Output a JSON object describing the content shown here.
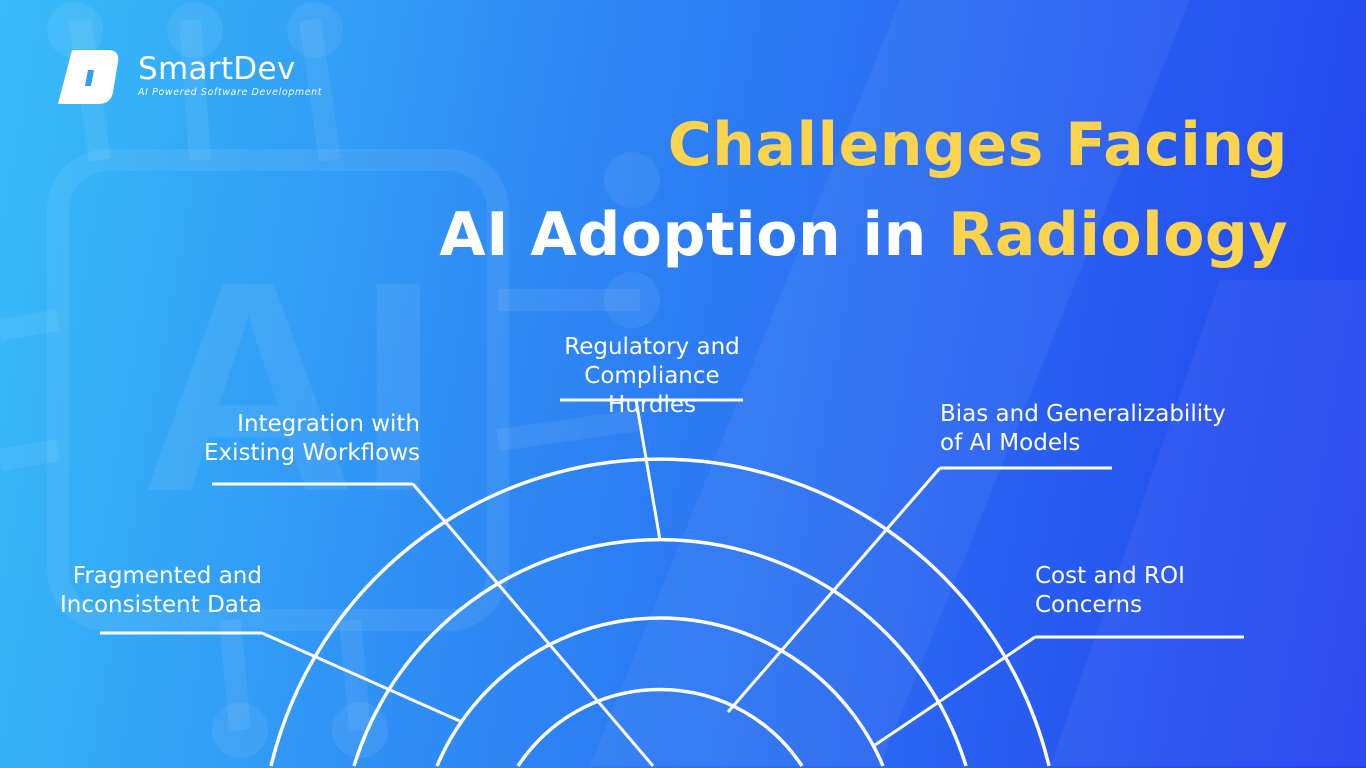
{
  "logo": {
    "name": "SmartDev",
    "tagline": "AI Powered Software Development"
  },
  "title": {
    "line1": "Challenges Facing",
    "line2_white": "AI Adoption in",
    "line2_yellow": "Radiology"
  },
  "challenges": [
    {
      "line1": "Regulatory and",
      "line2": "Compliance Hurdles"
    },
    {
      "line1": "Integration with",
      "line2": "Existing Workflows"
    },
    {
      "line1": "Bias and Generalizability",
      "line2": "of AI Models"
    },
    {
      "line1": "Fragmented and",
      "line2": "Inconsistent Data"
    },
    {
      "line1": "Cost and ROI",
      "line2": "Concerns"
    }
  ],
  "colors": {
    "accent": "#fcd34d",
    "line": "#ffffff"
  }
}
